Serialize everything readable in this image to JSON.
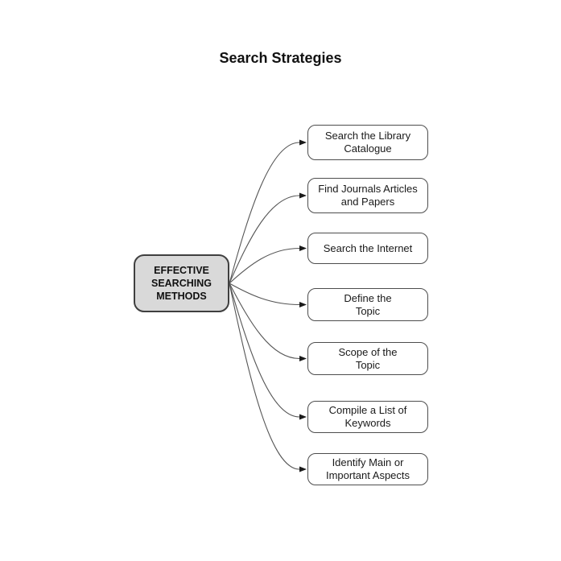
{
  "title": "Search Strategies",
  "diagram": {
    "type": "mind-map",
    "root_node": {
      "id": "effective-searching-methods",
      "label": "EFFECTIVE SEARCHING METHODS",
      "lines": [
        "EFFECTIVE",
        "SEARCHING",
        "METHODS"
      ]
    },
    "nodes": [
      {
        "id": "search-library-catalogue",
        "label": "Search the Library Catalogue",
        "lines": [
          "Search the Library",
          "Catalogue"
        ]
      },
      {
        "id": "find-journals-articles-papers",
        "label": "Find Journals Articles and Papers",
        "lines": [
          "Find Journals Articles",
          "and Papers"
        ]
      },
      {
        "id": "search-internet",
        "label": "Search the Internet",
        "lines": [
          "Search the Internet"
        ]
      },
      {
        "id": "define-topic",
        "label": "Define the Topic",
        "lines": [
          "Define the",
          "Topic"
        ]
      },
      {
        "id": "scope-topic",
        "label": "Scope of the Topic",
        "lines": [
          "Scope of the",
          "Topic"
        ]
      },
      {
        "id": "compile-keywords",
        "label": "Compile a List of Keywords",
        "lines": [
          "Compile a List of",
          "Keywords"
        ]
      },
      {
        "id": "identify-aspects",
        "label": "Identify Main or Important Aspects",
        "lines": [
          "Identify Main or",
          "Important Aspects"
        ]
      }
    ],
    "connections": [
      {
        "from": "effective-searching-methods",
        "to": "search-library-catalogue"
      },
      {
        "from": "effective-searching-methods",
        "to": "find-journals-articles-papers"
      },
      {
        "from": "effective-searching-methods",
        "to": "search-internet"
      },
      {
        "from": "effective-searching-methods",
        "to": "define-topic"
      },
      {
        "from": "effective-searching-methods",
        "to": "scope-topic"
      },
      {
        "from": "effective-searching-methods",
        "to": "compile-keywords"
      },
      {
        "from": "effective-searching-methods",
        "to": "identify-aspects"
      }
    ]
  },
  "colors": {
    "background": "#ffffff",
    "root_fill": "#d9d9d9",
    "root_border": "#3f3f3f",
    "node_fill": "#ffffff",
    "node_border": "#4d4d4d",
    "connector": "#555555",
    "arrowhead": "#1a1a1a",
    "text": "#111111"
  }
}
